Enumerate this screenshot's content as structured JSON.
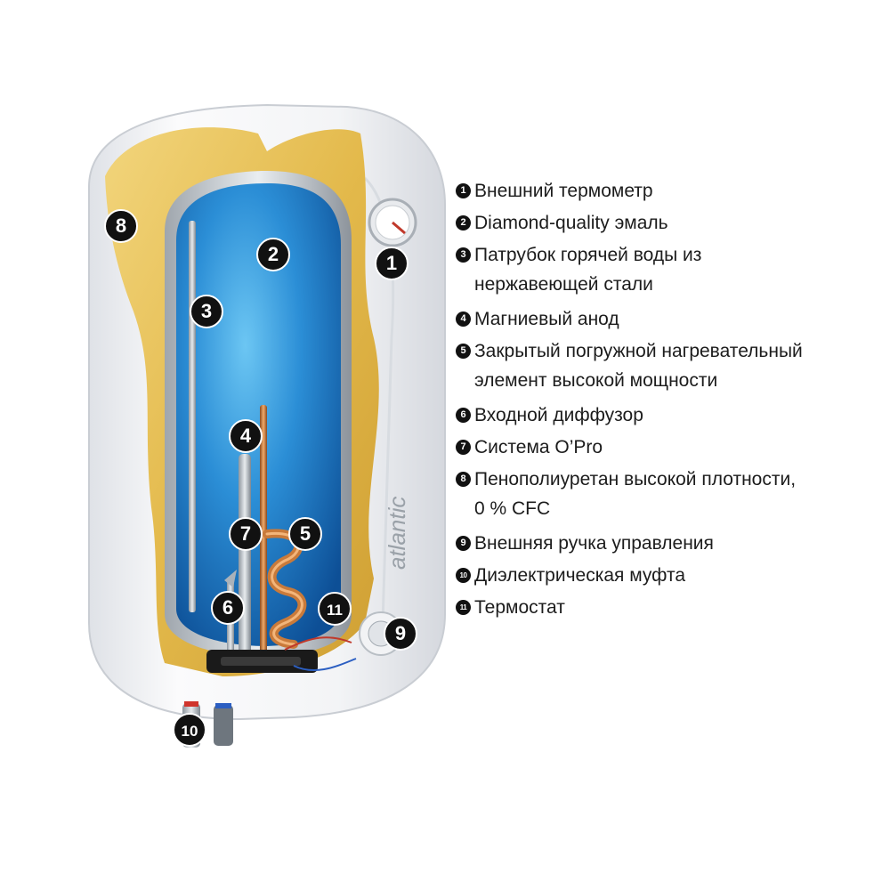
{
  "brand": "atlantic",
  "legend": [
    {
      "num": "1",
      "text": "Внешний термометр"
    },
    {
      "num": "2",
      "text": "Diamond-quality эмаль"
    },
    {
      "num": "3",
      "text": "Патрубок горячей воды из\nнержавеющей стали"
    },
    {
      "num": "4",
      "text": "Магниевый анод"
    },
    {
      "num": "5",
      "text": "Закрытый погружной нагревательный\nэлемент высокой мощности"
    },
    {
      "num": "6",
      "text": "Входной диффузор"
    },
    {
      "num": "7",
      "text": "Система O’Pro"
    },
    {
      "num": "8",
      "text": "Пенополиуретан высокой плотности,\n0 % CFC"
    },
    {
      "num": "9",
      "text": "Внешняя ручка управления"
    },
    {
      "num": "10",
      "text": "Диэлектрическая муфта"
    },
    {
      "num": "11",
      "text": "Термостат"
    }
  ],
  "callouts": [
    "1",
    "2",
    "3",
    "4",
    "5",
    "6",
    "7",
    "8",
    "9",
    "10",
    "11"
  ],
  "colors": {
    "tank_blue": "#1f7fd1",
    "insulation_yellow": "#e8c25a",
    "shell_white": "#f4f5f7",
    "copper": "#c97a3a",
    "callout_bg": "#111111"
  }
}
